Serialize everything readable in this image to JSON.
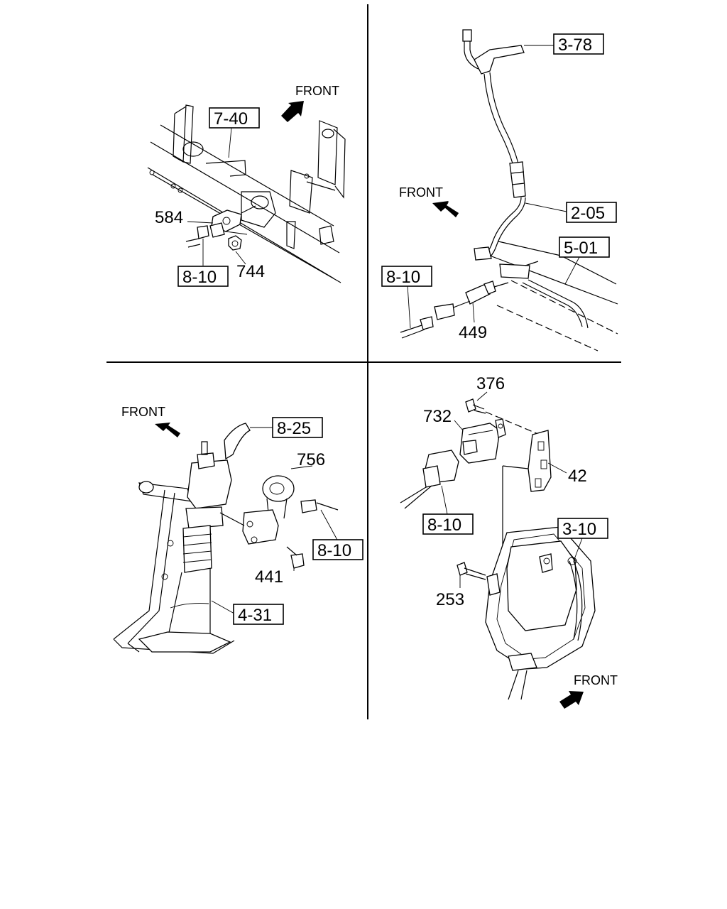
{
  "panels": {
    "top_left": {
      "front": "FRONT",
      "refs": {
        "a": "7-40",
        "b": "8-10"
      },
      "parts": {
        "a": "584",
        "b": "744"
      }
    },
    "top_right": {
      "front": "FRONT",
      "refs": {
        "a": "3-78",
        "b": "2-05",
        "c": "5-01",
        "d": "8-10"
      },
      "parts": {
        "a": "449"
      }
    },
    "bottom_left": {
      "front": "FRONT",
      "refs": {
        "a": "8-25",
        "b": "8-10",
        "c": "4-31"
      },
      "parts": {
        "a": "756",
        "b": "441"
      }
    },
    "bottom_right": {
      "front": "FRONT",
      "refs": {
        "a": "8-10",
        "b": "3-10"
      },
      "parts": {
        "a": "376",
        "b": "732",
        "c": "42",
        "d": "253"
      }
    }
  }
}
